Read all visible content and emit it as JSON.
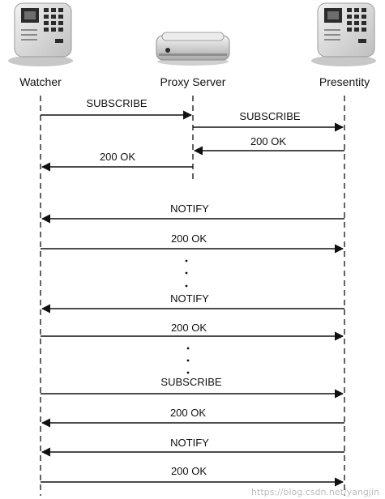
{
  "actors": [
    {
      "key": "watcher",
      "label": "Watcher",
      "icon": "desk-phone-icon"
    },
    {
      "key": "proxy",
      "label": "Proxy Server",
      "icon": "server-icon"
    },
    {
      "key": "presentity",
      "label": "Presentity",
      "icon": "desk-phone-icon"
    }
  ],
  "messages": [
    {
      "from": "watcher",
      "to": "proxy",
      "label": "SUBSCRIBE"
    },
    {
      "from": "proxy",
      "to": "presentity",
      "label": "SUBSCRIBE"
    },
    {
      "from": "presentity",
      "to": "proxy",
      "label": "200 OK"
    },
    {
      "from": "proxy",
      "to": "watcher",
      "label": "200 OK"
    },
    {
      "from": "presentity",
      "to": "watcher",
      "label": "NOTIFY"
    },
    {
      "from": "watcher",
      "to": "presentity",
      "label": "200 OK"
    },
    {
      "from": "presentity",
      "to": "watcher",
      "label": "NOTIFY"
    },
    {
      "from": "watcher",
      "to": "presentity",
      "label": "200 OK"
    },
    {
      "from": "watcher",
      "to": "presentity",
      "label": "SUBSCRIBE"
    },
    {
      "from": "presentity",
      "to": "watcher",
      "label": "200 OK"
    },
    {
      "from": "presentity",
      "to": "watcher",
      "label": "NOTIFY"
    },
    {
      "from": "watcher",
      "to": "presentity",
      "label": "200 OK"
    }
  ],
  "watermark": "https://blog.csdn.net/yangjin",
  "colors": {
    "line": "#111111",
    "device_body": "#d9d9d9",
    "device_dark": "#2b2b2b",
    "watermark": "#bdbdbd"
  }
}
